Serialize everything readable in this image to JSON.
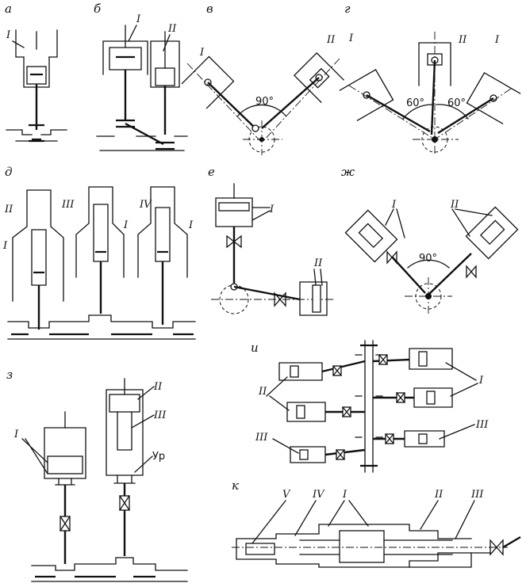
{
  "panels": {
    "a": {
      "letter": "а",
      "labels": [
        "I"
      ]
    },
    "b": {
      "letter": "б",
      "labels": [
        "I",
        "II"
      ]
    },
    "v": {
      "letter": "в",
      "labels": [
        "I",
        "II"
      ],
      "angle": "90°"
    },
    "g": {
      "letter": "г",
      "labels": [
        "I",
        "II",
        "I"
      ],
      "angle_left": "60°",
      "angle_right": "60°"
    },
    "d": {
      "letter": "д",
      "labels": [
        "II",
        "III",
        "IV",
        "I",
        "I",
        "I"
      ]
    },
    "e": {
      "letter": "е",
      "labels": [
        "I",
        "II"
      ]
    },
    "zh": {
      "letter": "ж",
      "labels": [
        "I",
        "II"
      ],
      "angle": "90°"
    },
    "z": {
      "letter": "з",
      "labels": [
        "I",
        "II",
        "III",
        "Ур"
      ]
    },
    "i": {
      "letter": "и",
      "labels": [
        "II",
        "III",
        "I",
        "III"
      ]
    },
    "k": {
      "letter": "к",
      "labels": [
        "V",
        "IV",
        "I",
        "II",
        "III"
      ]
    }
  }
}
